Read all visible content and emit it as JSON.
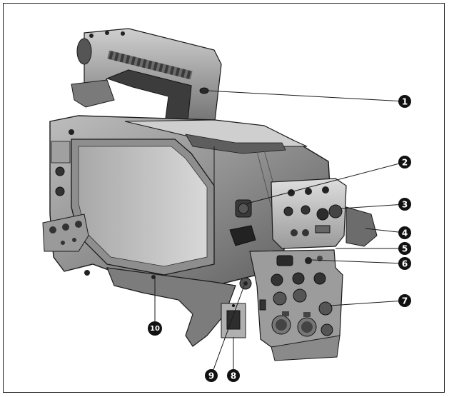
{
  "figure": {
    "callouts": [
      {
        "label": "1"
      },
      {
        "label": "2"
      },
      {
        "label": "3"
      },
      {
        "label": "4"
      },
      {
        "label": "5"
      },
      {
        "label": "6"
      },
      {
        "label": "7"
      },
      {
        "label": "8"
      },
      {
        "label": "9"
      },
      {
        "label": "10"
      }
    ]
  },
  "colors": {
    "body_dark": "#4a4a4a",
    "body_mid": "#8a8a8a",
    "body_light": "#c9c9c9",
    "highlight": "#e6e6e6",
    "line": "#1a1a1a",
    "callout_fill": "#111111"
  }
}
